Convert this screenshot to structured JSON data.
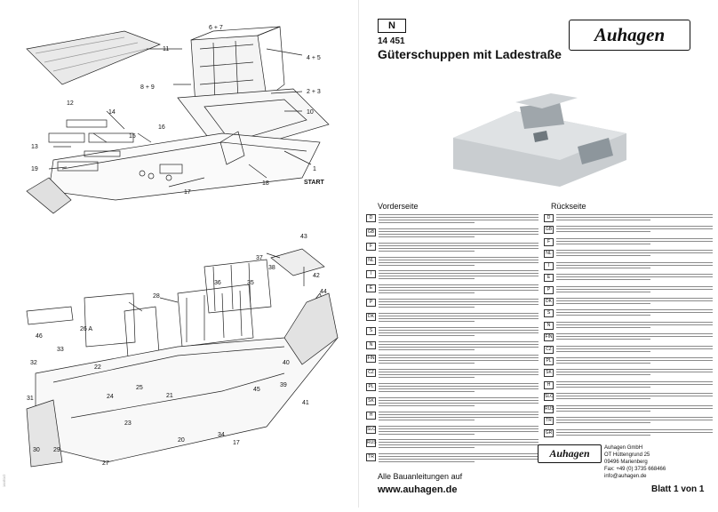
{
  "header": {
    "gauge_badge": "N",
    "article_number": "14 451",
    "title": "Güterschuppen mit Ladestraße",
    "brand": "Auhagen"
  },
  "labels": {
    "front": "Vorderseite",
    "back": "Rückseite"
  },
  "callouts_top": [
    "6 + 7",
    "11",
    "4 + 5",
    "8 + 9",
    "2 + 3",
    "10",
    "12",
    "14",
    "13",
    "15",
    "16",
    "19",
    "17",
    "18",
    "1",
    "START"
  ],
  "callouts_bottom": [
    "43",
    "37",
    "38",
    "28",
    "42",
    "44",
    "36",
    "35",
    "26 A",
    "46",
    "33",
    "32",
    "31",
    "30",
    "29",
    "27",
    "22",
    "20",
    "24",
    "23",
    "21",
    "25",
    "34",
    "39",
    "40",
    "41",
    "45",
    "17"
  ],
  "languages_left": [
    "D",
    "GB",
    "F",
    "NL",
    "I",
    "E",
    "P",
    "DK",
    "S",
    "N",
    "FIN",
    "CZ",
    "PL",
    "SK",
    "H",
    "SLO",
    "RUS",
    "TR"
  ],
  "languages_right": [
    "D",
    "GB",
    "F",
    "NL",
    "I",
    "E",
    "P",
    "DK",
    "S",
    "N",
    "FIN",
    "CZ",
    "PL",
    "SK",
    "H",
    "SLO",
    "RUS",
    "TR",
    "GR"
  ],
  "footer": {
    "note": "Alle Bauanleitungen auf",
    "url": "www.auhagen.de",
    "company": "Auhagen GmbH",
    "street": "OT Hüttengrund 25",
    "city": "09496 Marienberg",
    "fax": "Fax: +49 (0) 3735 668466",
    "web": "info@auhagen.de",
    "page": "Blatt 1 von 1"
  },
  "side_code": "14451/2"
}
